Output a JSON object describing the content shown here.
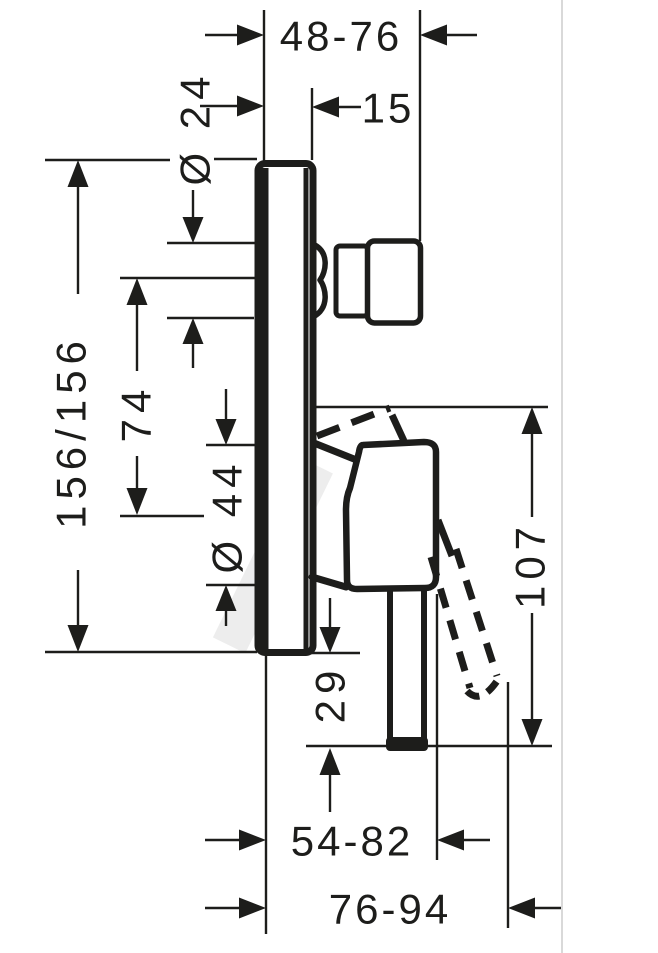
{
  "drawing": {
    "type": "technical-dimension-diagram",
    "subject": "concealed-single-lever-bath-mixer-side-view",
    "units_shown": false,
    "colors": {
      "line": "#1d1d1b",
      "background": "#ffffff",
      "watermark": "#ededed",
      "edge_rule": "#d9d9d9"
    },
    "dimensions": {
      "mounting_depth_top": "48-76",
      "plate_to_wall_offset": "15",
      "spout_connection_diameter": "Ø 24",
      "plate_width_height": "156/156",
      "spout_to_handle_distance": "74",
      "handle_sleeve_diameter": "Ø 44",
      "handle_length": "107",
      "handle_drop_below_plate": "29",
      "mounting_depth_handle": "54-82",
      "mounting_depth_lever": "76-94"
    }
  }
}
